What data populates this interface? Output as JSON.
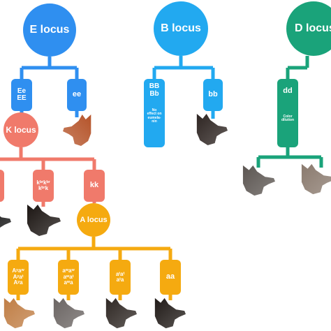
{
  "colors": {
    "e_branch": "#2f8ff0",
    "b_branch": "#22a9f0",
    "d_branch": "#1aa37a",
    "k_branch": "#f07a6b",
    "a_branch": "#f5aa10",
    "text": "#ffffff"
  },
  "e_locus": {
    "title": "E locus",
    "left": {
      "line1": "Ee",
      "line2": "EE"
    },
    "right": {
      "label": "ee",
      "dog_color": "#b5542a"
    }
  },
  "b_locus": {
    "title": "B locus",
    "left": {
      "line1": "BB",
      "line2": "Bb",
      "note_line1": "No",
      "note_line2": "effect on",
      "note_line3": "eumela-",
      "note_line4": "nin"
    },
    "right": {
      "label": "bb",
      "dog_color": "#2e2522"
    }
  },
  "d_locus": {
    "title": "D locus",
    "box": {
      "label": "dd",
      "note_line1": "Color",
      "note_line2": "dilution"
    },
    "dog_left_color": "#5c5652",
    "dog_right_color": "#8a7a6e"
  },
  "k_locus": {
    "title": "K locus",
    "middle": {
      "line1": "kᵇʳkᵇʳ",
      "line2": "kᵇʳk",
      "dog_color": "#1c1613"
    },
    "right": {
      "label": "kk"
    },
    "left_dog_color": "#141414"
  },
  "a_locus": {
    "title": "A locus",
    "boxes": [
      {
        "line1": "Aʸaʷ",
        "line2": "Aʸaᵗ",
        "line3": "Aʸa",
        "dog_color": "#c07e45"
      },
      {
        "line1": "aʷaʷ",
        "line2": "aʷaᵗ",
        "line3": "aʷa",
        "dog_color": "#6b6563"
      },
      {
        "line1": "aᵗaᵗ",
        "line2": "aᵗa",
        "line3": "",
        "dog_color": "#2f2824"
      },
      {
        "line1": "aa",
        "line2": "",
        "line3": "",
        "dog_color": "#211b18"
      }
    ]
  }
}
